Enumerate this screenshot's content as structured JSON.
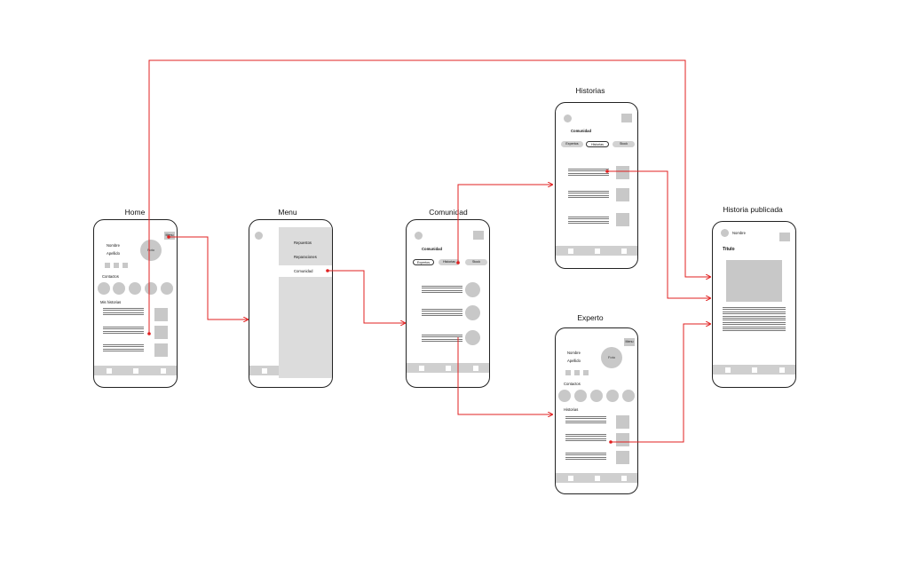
{
  "screens": {
    "home": {
      "title": "Home",
      "menu_button": "Menu",
      "name": "Nombre",
      "surname": "Apellido",
      "photo": "Foto",
      "contacts": "Contactos",
      "stories": "Mis historias"
    },
    "menu": {
      "title": "Menu",
      "items": [
        "Repuestos",
        "Reparaciones",
        "Comunidad"
      ]
    },
    "comunidad": {
      "title": "Comunidad",
      "heading": "Comunidad",
      "tabs": [
        "Expertos",
        "Historias",
        "Stock"
      ]
    },
    "historias": {
      "title": "Historias",
      "heading": "Comunidad",
      "tabs": [
        "Expertos",
        "Historias",
        "Stock"
      ]
    },
    "experto": {
      "title": "Experto",
      "menu_button": "Menu",
      "name": "Nombre",
      "surname": "Apellido",
      "photo": "Foto",
      "contacts": "Contactos",
      "stories": "Historias"
    },
    "publicada": {
      "title": "Historia publicada",
      "author": "Nombre",
      "heading": "Título"
    }
  },
  "colors": {
    "connector": "#e02020",
    "placeholder": "#c8c8c8",
    "navbar": "#cfcfcf"
  }
}
